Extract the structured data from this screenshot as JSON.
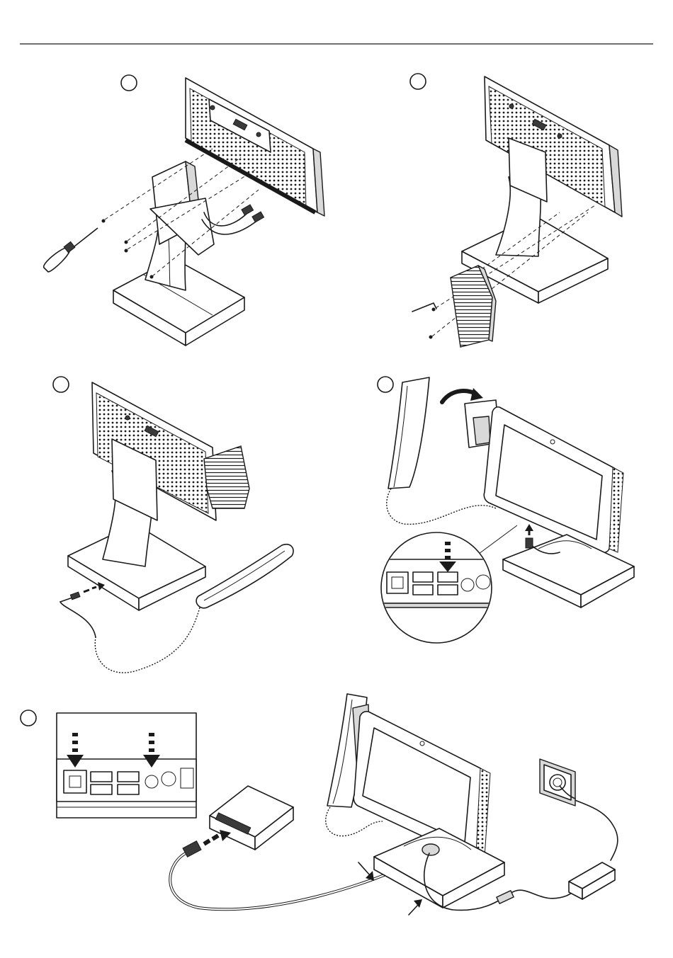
{
  "figure": {
    "steps": [
      {
        "id": "step-1",
        "marker": ""
      },
      {
        "id": "step-2",
        "marker": ""
      },
      {
        "id": "step-3",
        "marker": ""
      },
      {
        "id": "step-4",
        "marker": ""
      },
      {
        "id": "step-5",
        "marker": ""
      }
    ],
    "colors": {
      "line": "#1a1a1a",
      "shade": "#d9d9d9",
      "dark": "#3a3a3a",
      "background": "#ffffff"
    }
  }
}
